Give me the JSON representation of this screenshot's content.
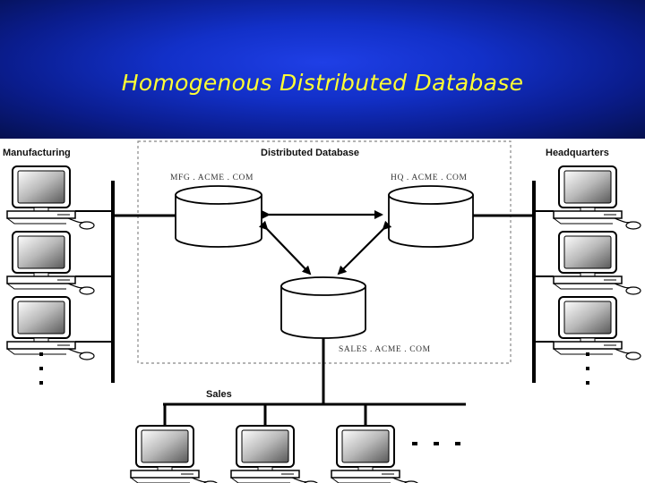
{
  "title": "Homogenous Distributed Database",
  "labels": {
    "manufacturing": "Manufacturing",
    "distributed_database": "Distributed Database",
    "headquarters": "Headquarters",
    "sales": "Sales"
  },
  "databases": {
    "mfg": "MFG . ACME . COM",
    "hq": "HQ . ACME . COM",
    "sales": "SALES . ACME . COM"
  },
  "colors": {
    "header_center": "#1f3fe6",
    "header_edge": "#05104f",
    "title_text": "#ffff33"
  }
}
